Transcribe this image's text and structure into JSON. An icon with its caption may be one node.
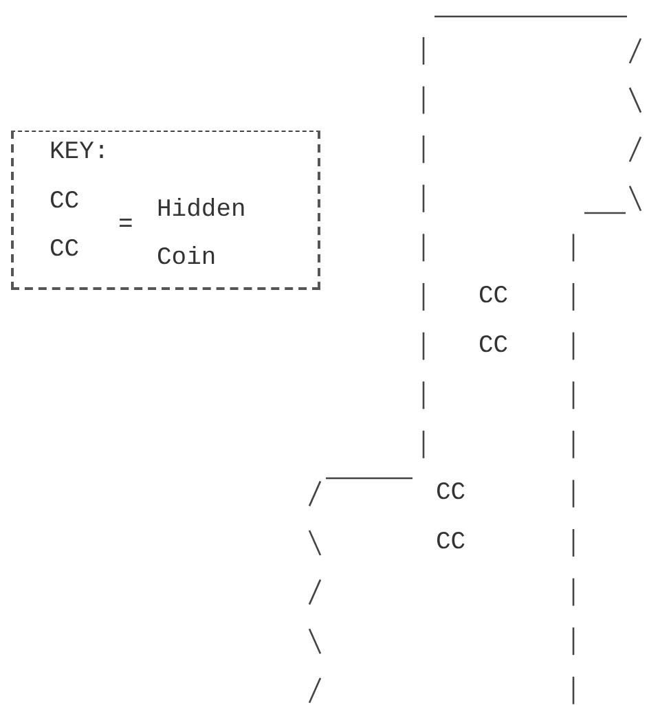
{
  "diagram": {
    "nodes": [
      {
        "text": [
          "KEY:",
          "CC",
          "CC",
          "=",
          "Hidden Coin"
        ]
      }
    ],
    "labels": [
      "CC",
      "CC",
      "CC",
      "CC"
    ]
  }
}
